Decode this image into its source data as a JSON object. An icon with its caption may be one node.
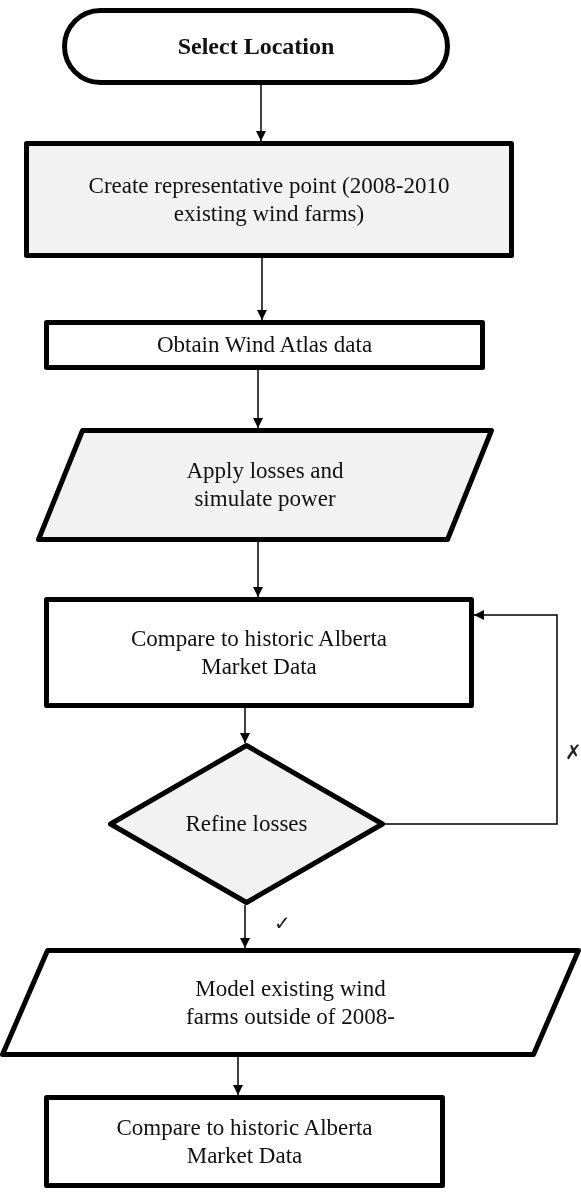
{
  "diagram": {
    "nodes": [
      {
        "text": [
          "Select Location"
        ]
      },
      {
        "text": [
          "Create representative point (2008-2010 existing wind farms)"
        ]
      },
      {
        "text": [
          "Obtain Wind Atlas data"
        ]
      },
      {
        "text": [
          "Apply losses and simulate power"
        ]
      },
      {
        "text": [
          "Compare to historic Alberta Market Data"
        ]
      },
      {
        "text": [
          "Refine losses"
        ]
      },
      {
        "text": [
          "Model existing wind farms outside of 2008-"
        ]
      },
      {
        "text": [
          "Compare to historic Alberta Market Data"
        ]
      }
    ],
    "edges": [
      {
        "from": 0,
        "to": 1,
        "arrow": "to"
      },
      {
        "from": 1,
        "to": 2,
        "arrow": "to"
      },
      {
        "from": 2,
        "to": 3,
        "arrow": "to"
      },
      {
        "from": 3,
        "to": 4,
        "arrow": "to"
      },
      {
        "from": 4,
        "to": 5,
        "arrow": "to"
      },
      {
        "from": 5,
        "to": 4,
        "arrow": "to",
        "label": "✗"
      },
      {
        "from": 5,
        "to": 6,
        "arrow": "to",
        "label": "✓"
      },
      {
        "from": 6,
        "to": 7,
        "arrow": "to"
      }
    ]
  }
}
